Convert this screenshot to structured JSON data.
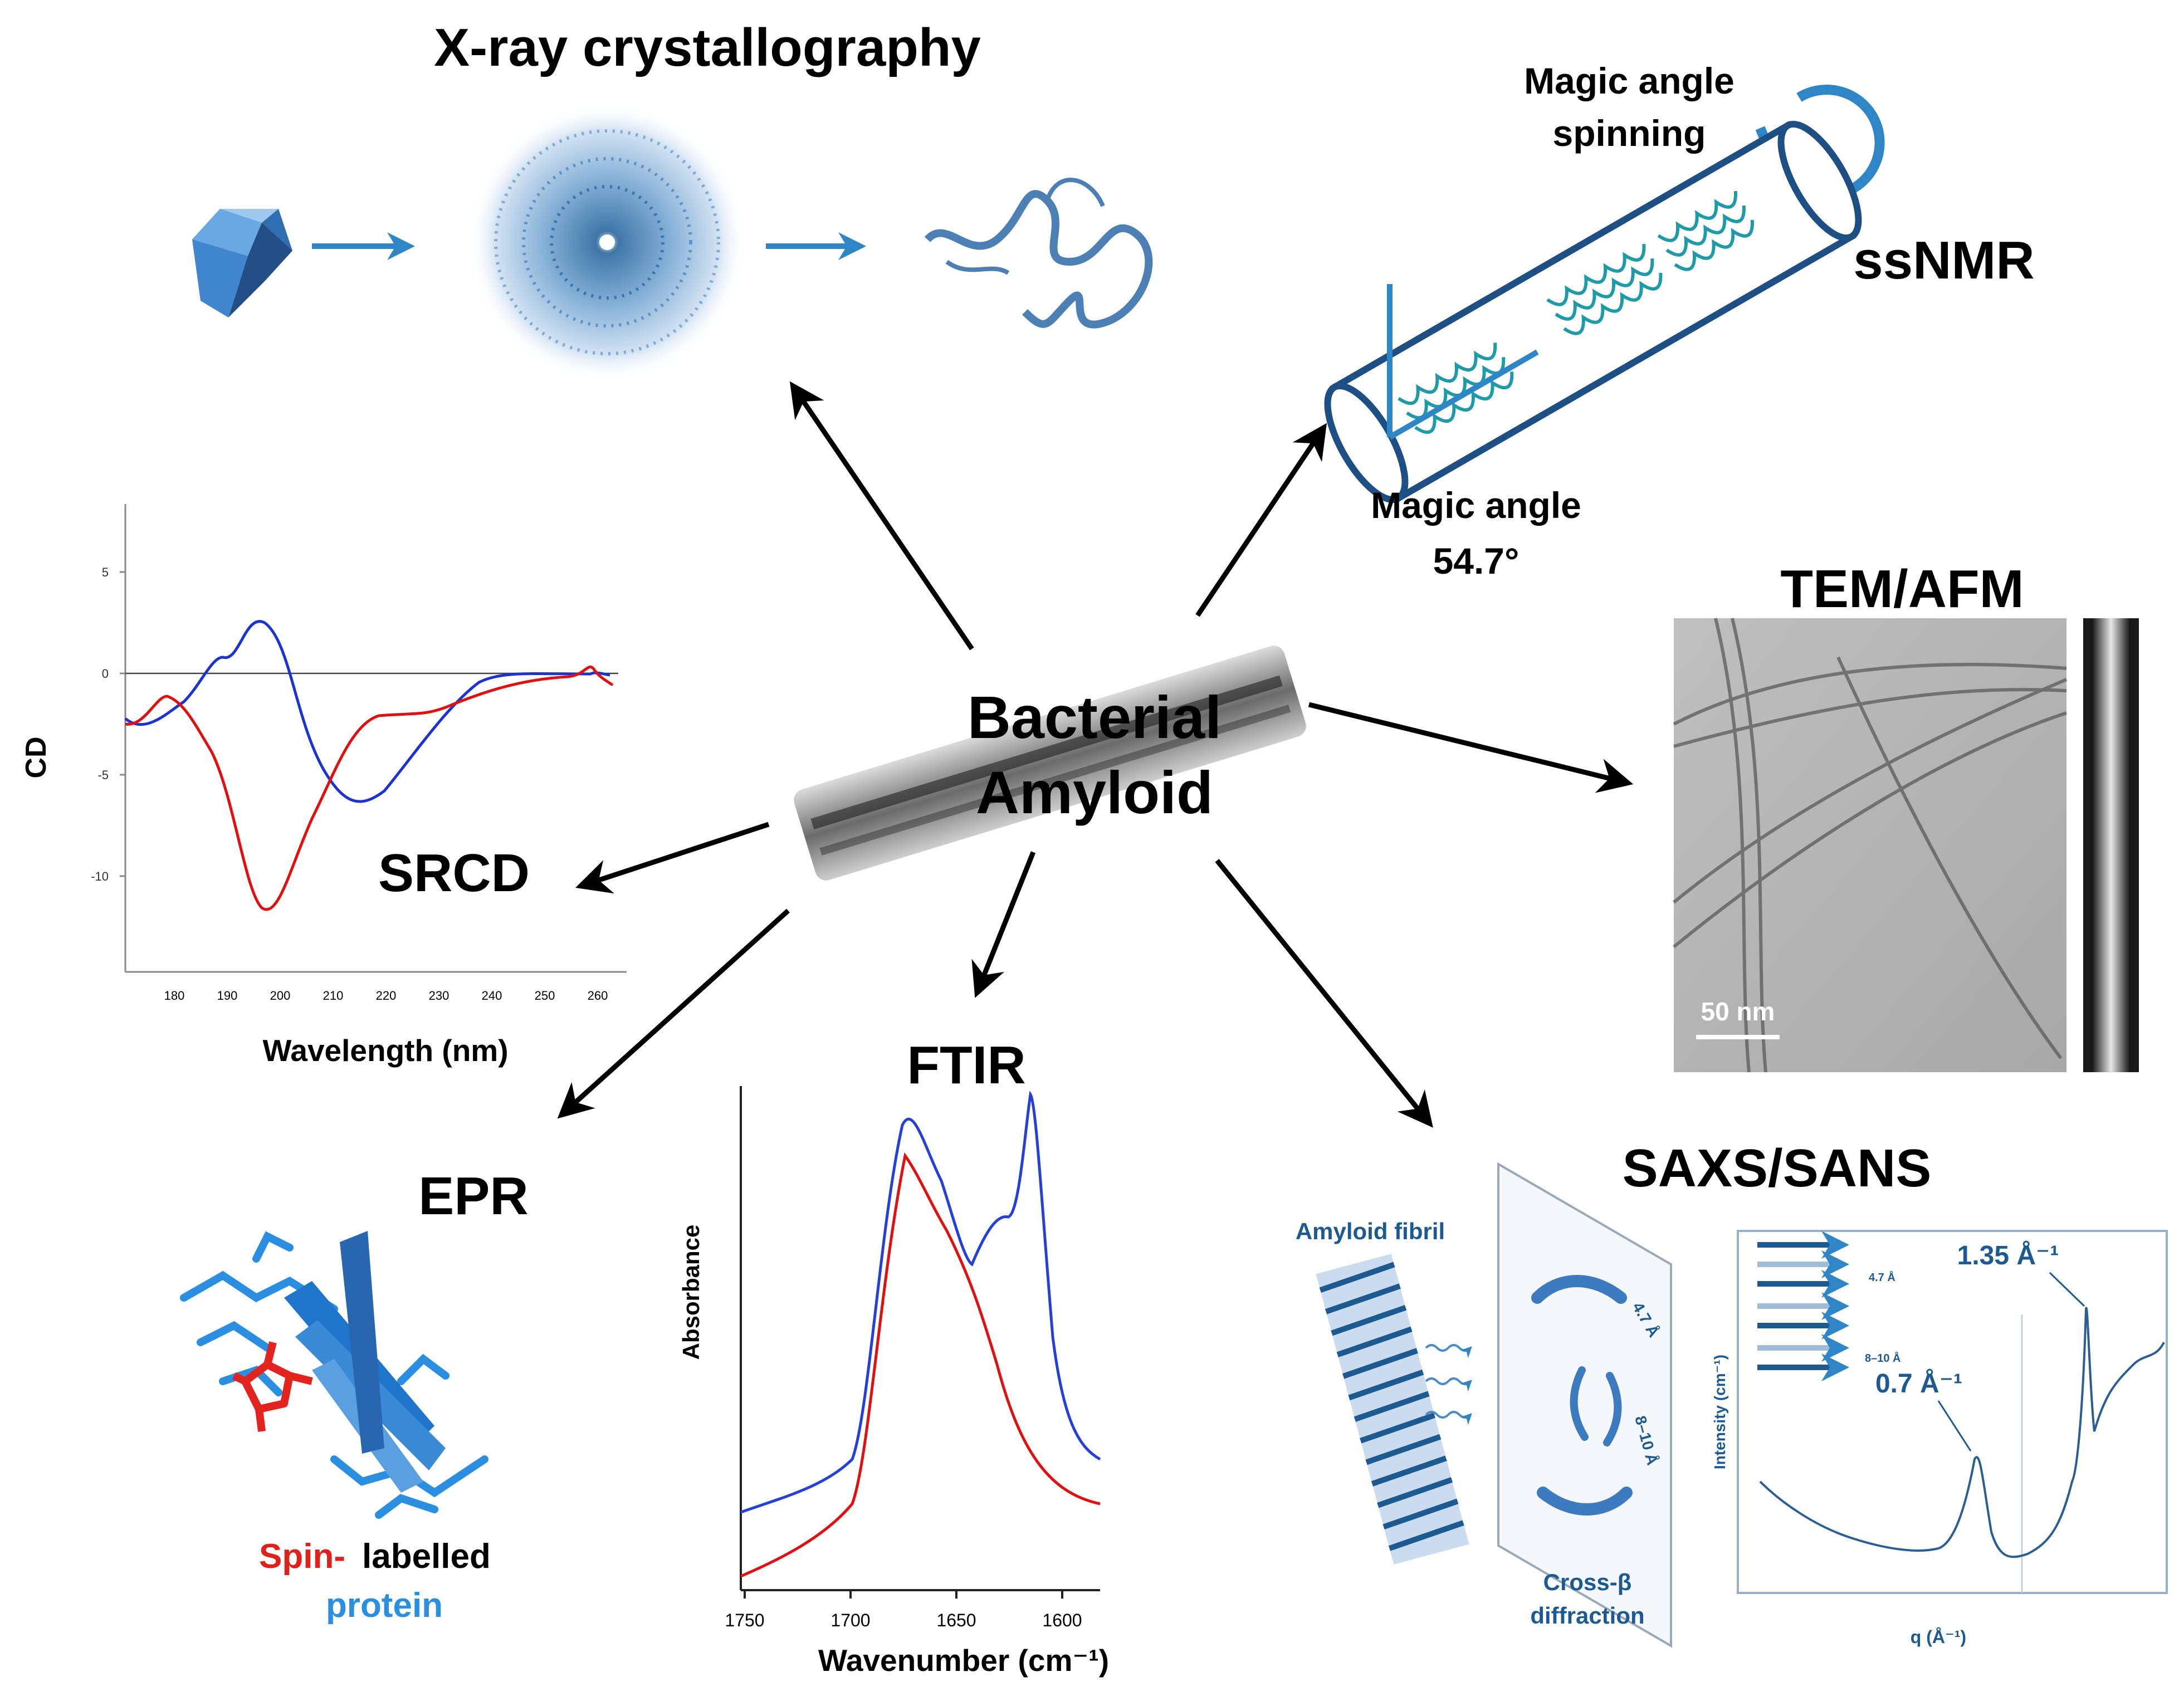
{
  "center": {
    "line1": "Bacterial",
    "line2": "Amyloid"
  },
  "xray": {
    "title": "X-ray crystallography"
  },
  "ssnmr": {
    "title": "ssNMR",
    "spin_line1": "Magic angle",
    "spin_line2": "spinning",
    "angle_line1": "Magic angle",
    "angle_line2": "54.7°"
  },
  "tem": {
    "title": "TEM/AFM",
    "scale_label": "50 nm"
  },
  "srcd": {
    "title": "SRCD",
    "ylabel": "CD",
    "xlabel": "Wavelength (nm)",
    "yticks": [
      "5",
      "0",
      "-5",
      "-10"
    ],
    "xticks": [
      "180",
      "190",
      "200",
      "210",
      "220",
      "230",
      "240",
      "250",
      "260"
    ]
  },
  "epr": {
    "title": "EPR",
    "caption_red": "Spin-",
    "caption_black": " labelled",
    "caption_blue": "protein"
  },
  "ftir": {
    "title": "FTIR",
    "ylabel": "Absorbance",
    "xlabel": "Wavenumber (cm⁻¹)",
    "xticks": [
      "1750",
      "1700",
      "1650",
      "1600"
    ]
  },
  "saxs": {
    "title": "SAXS/SANS",
    "fibril_label": "Amyloid fibril",
    "diffraction_line1": "Cross-β",
    "diffraction_line2": "diffraction",
    "ring_47": "4.7 Å",
    "ring_810": "8–10 Å",
    "inset_47": "4.7 Å",
    "inset_810": "8–10 Å",
    "peak1": "0.7 Å⁻¹",
    "peak2": "1.35 Å⁻¹",
    "ylabel": "Intensity (cm⁻¹)",
    "xlabel": "q (Å⁻¹)"
  },
  "colors": {
    "blue": "#1f6fb5",
    "red": "#e0211b",
    "steel": "#2c6aa0",
    "teal": "#1e9aa8"
  }
}
